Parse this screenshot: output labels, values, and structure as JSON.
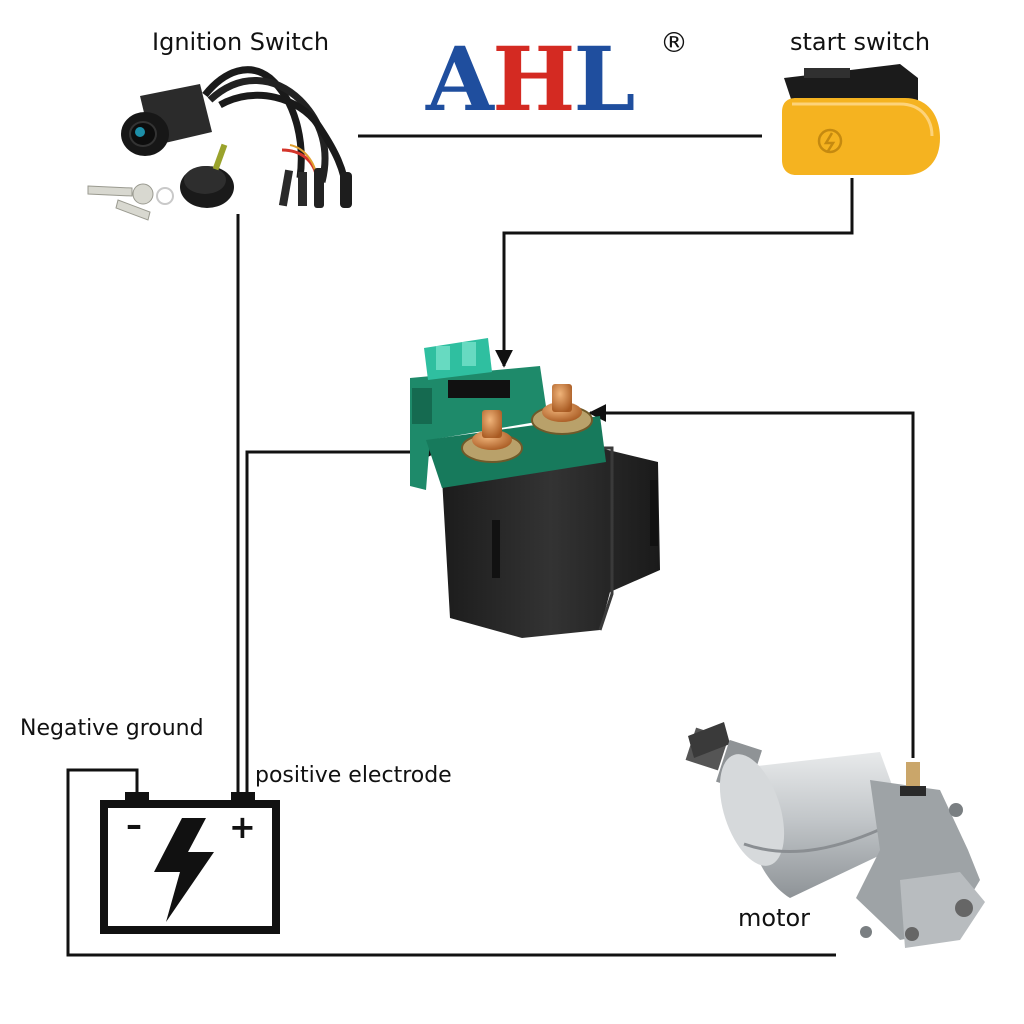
{
  "brand": {
    "letters": [
      "A",
      "H",
      "L"
    ],
    "registered_mark": "®",
    "colors": {
      "letter_1": "#1f4e9e",
      "letter_2": "#d42a22",
      "letter_3": "#1f4e9e",
      "outline": "#ffffff"
    }
  },
  "labels": {
    "ignition_switch": "Ignition Switch",
    "start_switch": "start switch",
    "negative_ground": "Negative ground",
    "positive_electrode": "positive electrode",
    "motor": "motor"
  },
  "battery": {
    "negative_symbol": "–",
    "positive_symbol": "+"
  },
  "components": {
    "ignition": "key-ignition-switch-icon",
    "start": "start-push-button-icon",
    "relay": "starter-relay-solenoid-icon",
    "battery": "battery-icon",
    "motor": "starter-motor-icon"
  },
  "colors": {
    "wire": "#111111",
    "start_button": "#f5b320",
    "relay_housing": "#1e8a6a",
    "relay_body": "#262626",
    "fuse": "#2fbfa0",
    "copper": "#c97a3a",
    "motor_body": "#bfc3c6"
  }
}
